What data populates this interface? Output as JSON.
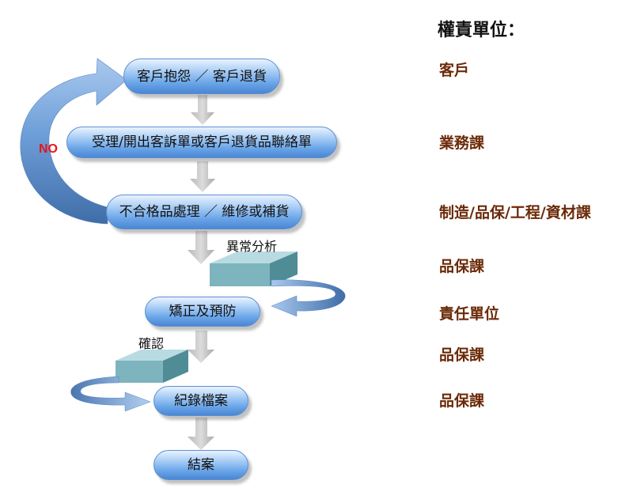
{
  "steps": [
    {
      "label": "客戶抱怨 ／ 客戶退貨"
    },
    {
      "label": "受理/開出客訴單或客戶退貨品聯絡單"
    },
    {
      "label": "不合格品處理 ／ 維修或補貨"
    },
    {
      "label": "矯正及預防"
    },
    {
      "label": "紀錄檔案"
    },
    {
      "label": "結案"
    }
  ],
  "side_labels": {
    "analysis": "異常分析",
    "confirm": "確認",
    "no": "NO"
  },
  "responsibility": {
    "title": "權責單位：",
    "units": [
      "客戶",
      "業務課",
      "制造/品保/工程/資材課",
      "品保課",
      "責任單位",
      "品保課",
      "品保課"
    ]
  }
}
